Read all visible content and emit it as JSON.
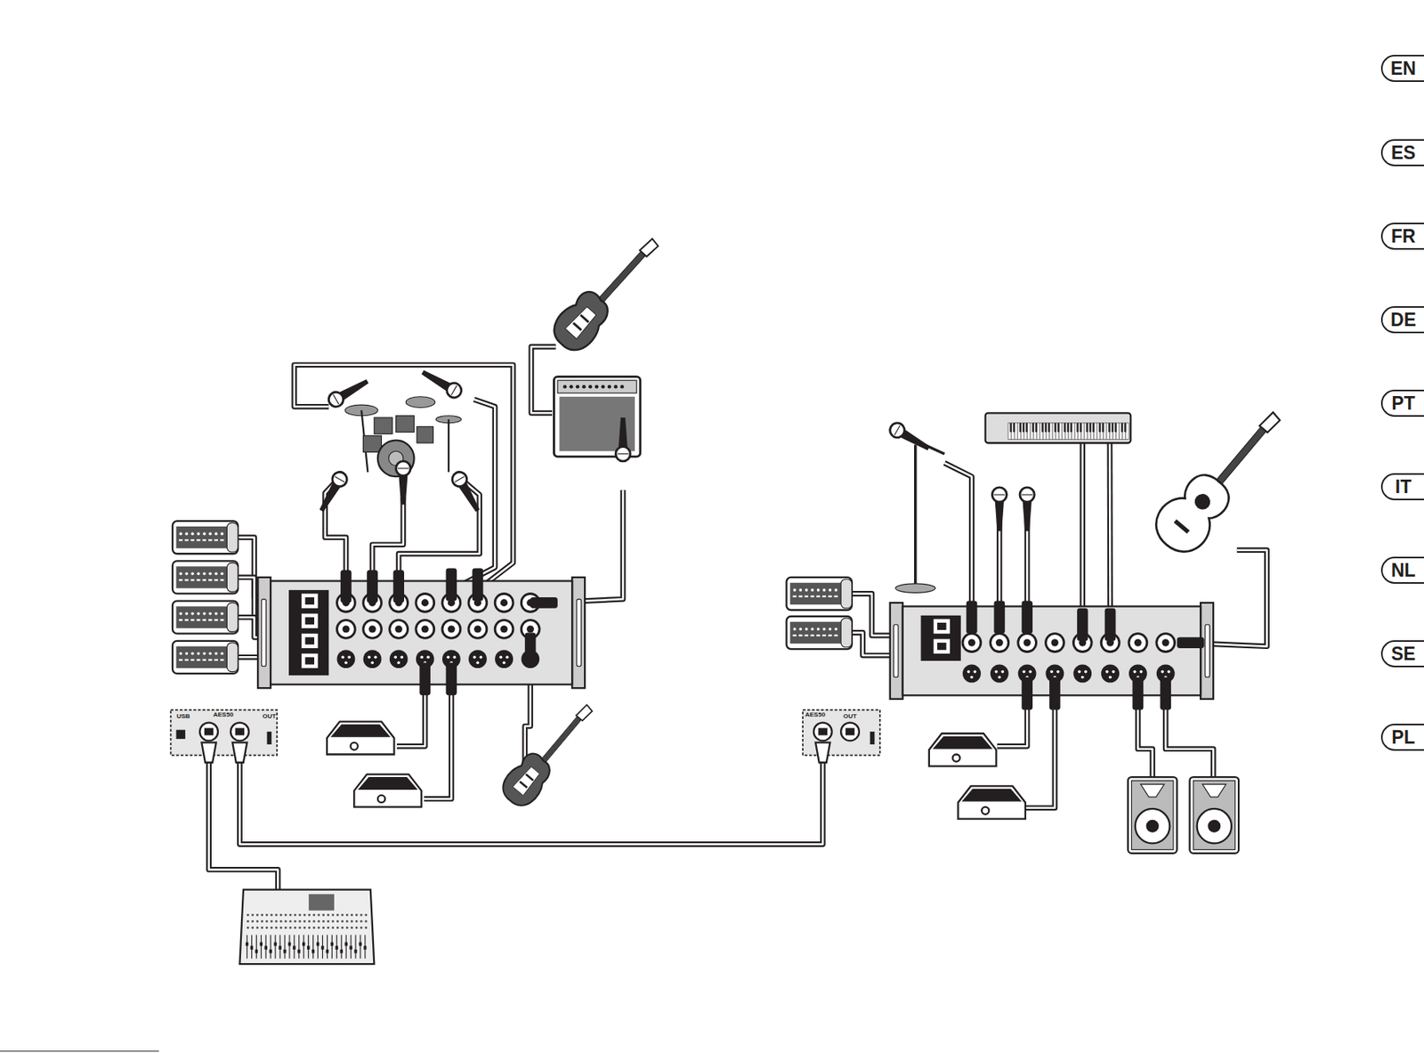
{
  "diagram": {
    "nodes": [
      {
        "text": [
          "EN"
        ]
      },
      {
        "text": [
          "ES"
        ]
      },
      {
        "text": [
          "FR"
        ]
      },
      {
        "text": [
          "DE"
        ]
      },
      {
        "text": [
          "PT"
        ]
      },
      {
        "text": [
          "IT"
        ]
      },
      {
        "text": [
          "NL"
        ]
      },
      {
        "text": [
          "SE"
        ]
      },
      {
        "text": [
          "PL"
        ]
      }
    ],
    "labels": [
      "USB",
      "AES50",
      "OUT",
      "AES50",
      "OUT"
    ]
  }
}
